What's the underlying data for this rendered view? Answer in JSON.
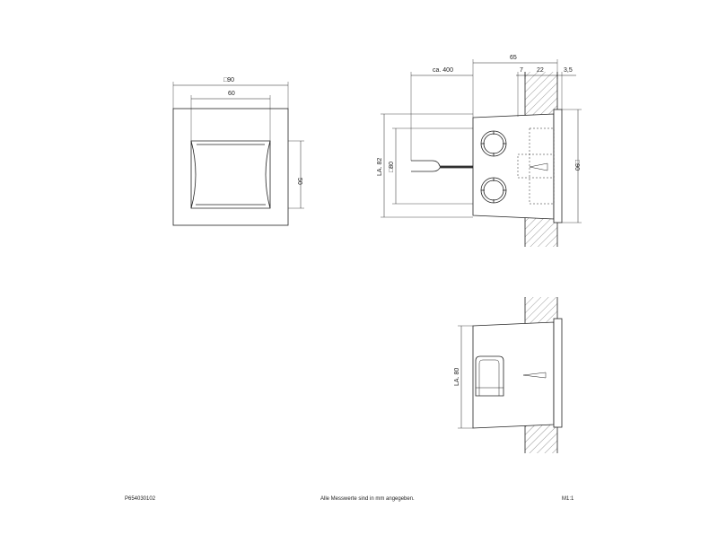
{
  "dimensions": {
    "front_outer": "□90",
    "front_inner": "60",
    "front_height": "50",
    "depth_total": "65",
    "cable_length": "ca. 400",
    "wall_offset": "7",
    "wall_thickness": "22",
    "plate_thickness": "3,5",
    "installation_82": "LA. 82",
    "box_80": "□80",
    "plate_90": "□90",
    "installation_80": "LA. 80"
  },
  "footer": {
    "code": "P654030102",
    "note": "Alle Messwerte sind in mm angegeben.",
    "scale": "M1:1"
  },
  "colors": {
    "line": "#222222",
    "hatch": "#555555",
    "background": "#ffffff"
  }
}
